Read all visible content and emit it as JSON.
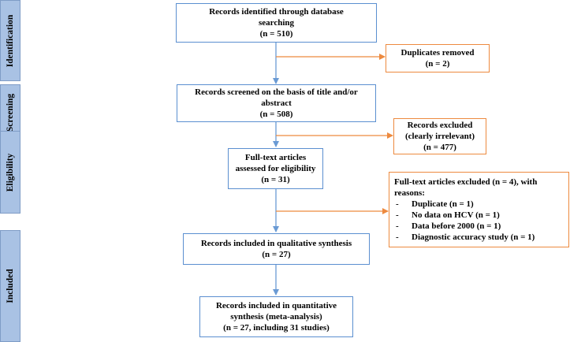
{
  "phases": {
    "identification": "Identification",
    "screening": "Screening",
    "eligibility": "Eligibility",
    "included": "Included"
  },
  "identified": {
    "line1": "Records identified through database",
    "line2": "searching",
    "count": "(n = 510)"
  },
  "duplicates": {
    "label": "Duplicates removed",
    "count": "(n = 2)"
  },
  "screened": {
    "line1": "Records screened on the basis of title and/or",
    "line2": "abstract",
    "count": "(n = 508)"
  },
  "excluded": {
    "line1": "Records excluded",
    "line2": "(clearly irrelevant)",
    "count": "(n = 477)"
  },
  "fulltext": {
    "line1": "Full-text articles",
    "line2": "assessed for eligibility",
    "count": "(n = 31)"
  },
  "fulltext_excluded": {
    "heading1": "Full-text articles excluded (n = 4), with",
    "heading2": "reasons:",
    "reasons": [
      "Duplicate (n = 1)",
      "No data on HCV (n = 1)",
      "Data before 2000 (n = 1)",
      "Diagnostic accuracy study (n = 1)"
    ]
  },
  "qualitative": {
    "line1": "Records included in qualitative synthesis",
    "count": "(n = 27)"
  },
  "quantitative": {
    "line1": "Records included in quantitative",
    "line2": "synthesis (meta-analysis)",
    "count": "(n = 27, including 31 studies)"
  },
  "colors": {
    "phase_fill": "#a9c2e4",
    "box_border": "#5b8fd0",
    "exclusion_border": "#ed8a3f",
    "arrow_blue": "#6a9ad4",
    "arrow_orange": "#ed8a3f"
  }
}
